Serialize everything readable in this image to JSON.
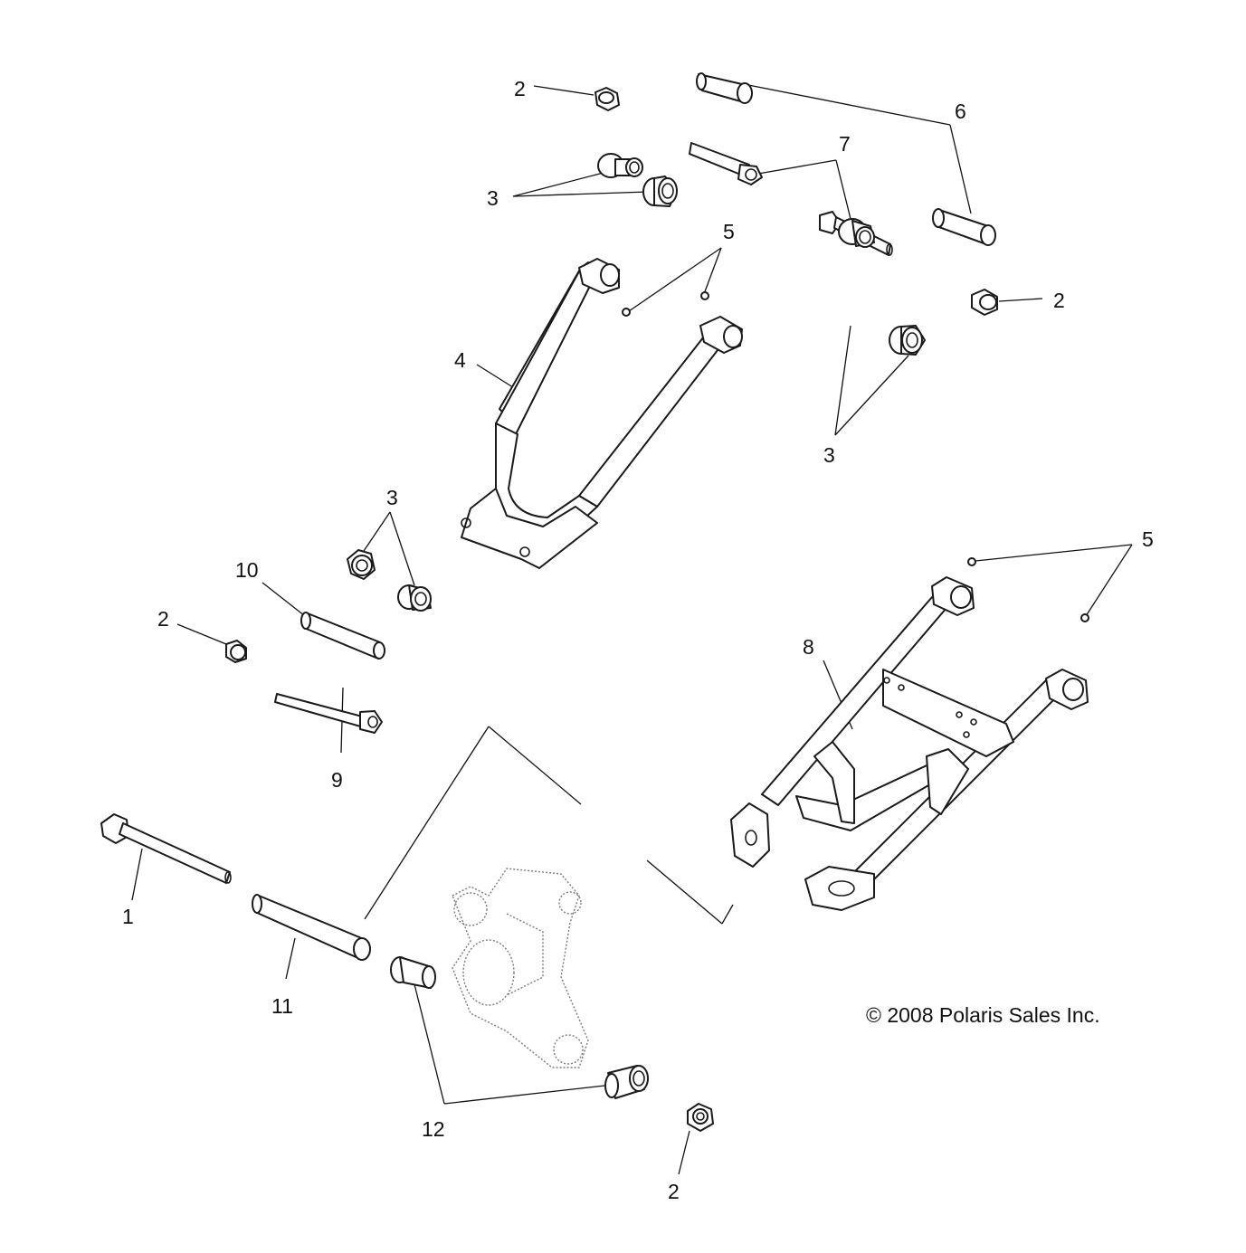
{
  "callouts": {
    "c2_top": "2",
    "c3_top": "3",
    "c6": "6",
    "c7": "7",
    "c5_upper": "5",
    "c2_right": "2",
    "c4": "4",
    "c3_right": "3",
    "c3_mid": "3",
    "c10": "10",
    "c2_left": "2",
    "c9": "9",
    "c5_right": "5",
    "c8": "8",
    "c1": "1",
    "c11": "11",
    "c12": "12",
    "c2_bottom": "2"
  },
  "copyright": "© 2008 Polaris Sales Inc."
}
